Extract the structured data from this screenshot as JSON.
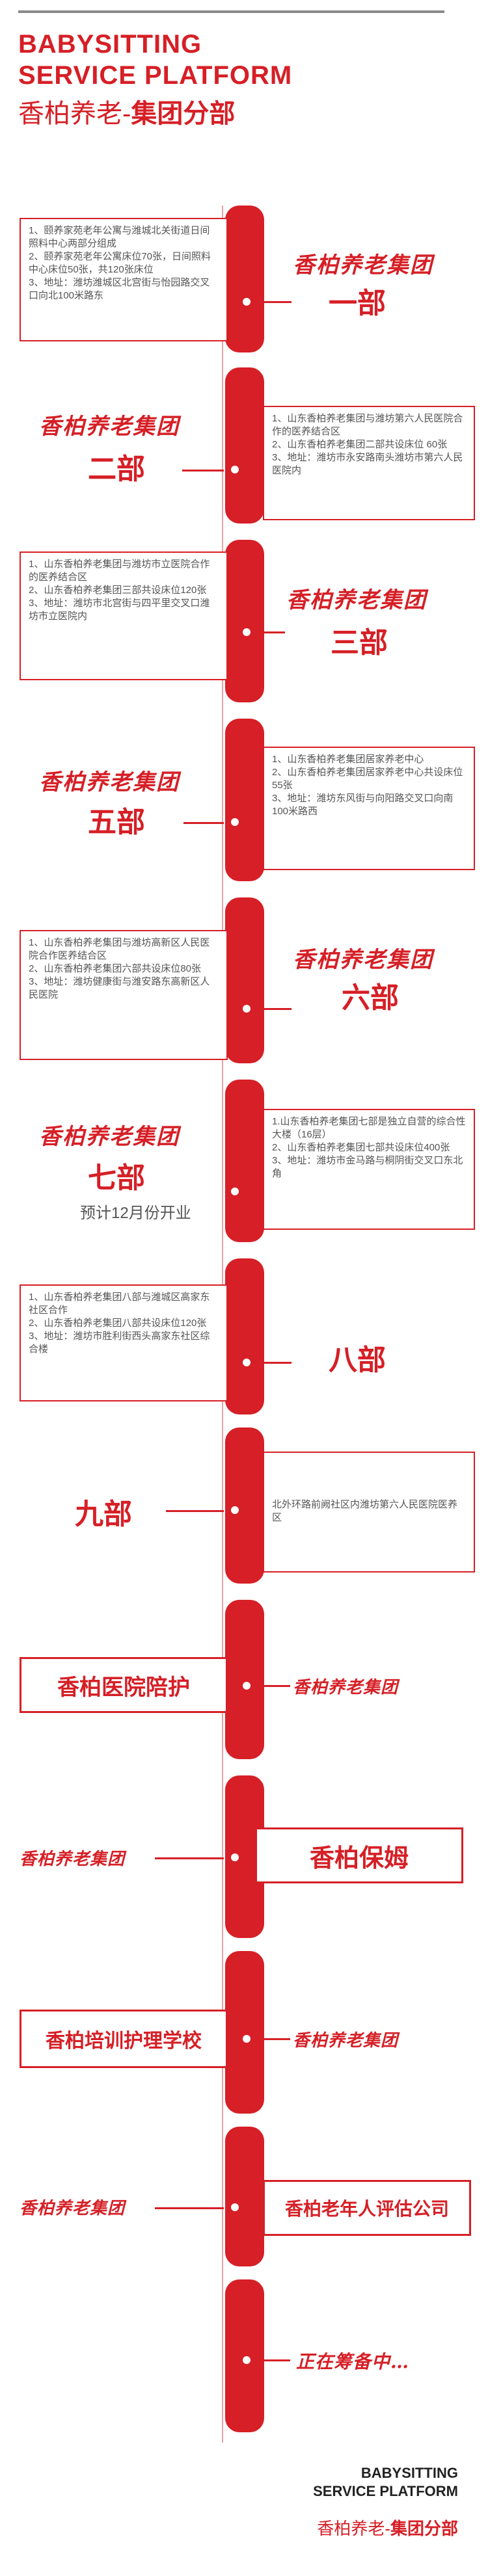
{
  "header": {
    "title_line1": "BABYSITTING",
    "title_line2": "SERVICE PLATFORM",
    "subtitle_plain": "香柏养老-",
    "subtitle_bold": "集团分部"
  },
  "group_name": "香柏养老集团",
  "branches": [
    {
      "label": "一部",
      "lines": [
        "1、颐养家苑老年公寓与潍城北关街道日间照料中心两部分组成",
        "2、颐养家苑老年公寓床位70张，日间照料中心床位50张，共120张床位",
        "3、地址：潍坊潍城区北宫街与怡园路交叉口向北100米路东"
      ]
    },
    {
      "label": "二部",
      "lines": [
        "1、山东香柏养老集团与潍坊第六人民医院合作的医养结合区",
        "2、山东香柏养老集团二部共设床位 60张",
        "3、地址：潍坊市永安路南头潍坊市第六人民医院内"
      ]
    },
    {
      "label": "三部",
      "lines": [
        "1、山东香柏养老集团与潍坊市立医院合作的医养结合区",
        "2、山东香柏养老集团三部共设床位120张",
        "3、地址：潍坊市北宫街与四平里交叉口潍坊市立医院内"
      ]
    },
    {
      "label": "五部",
      "lines": [
        "1、山东香柏养老集团居家养老中心",
        "2、山东香柏养老集团居家养老中心共设床位55张",
        "3、地址：潍坊东风街与向阳路交叉口向南100米路西"
      ]
    },
    {
      "label": "六部",
      "lines": [
        "1、山东香柏养老集团与潍坊高新区人民医院合作医养结合区",
        "2、山东香柏养老集团六部共设床位80张",
        "3、地址：潍坊健康街与潍安路东高新区人民医院"
      ]
    },
    {
      "label": "七部",
      "note": "预计12月份开业",
      "lines": [
        "1.山东香柏养老集团七部是独立自营的综合性大楼（16层）",
        "2、山东香柏养老集团七部共设床位400张",
        "3、地址：潍坊市金马路与桐阴街交叉口东北角"
      ]
    },
    {
      "label": "八部",
      "lines": [
        "1、山东香柏养老集团八部与潍城区高家东社区合作",
        "2、山东香柏养老集团八部共设床位120张",
        "3、地址：潍坊市胜利街西头高家东社区综合楼"
      ]
    },
    {
      "label": "九部",
      "lines": [
        "北外环路前阙社区内潍坊第六人民医院医养区"
      ]
    }
  ],
  "services": [
    "香柏医院陪护",
    "香柏保姆",
    "香柏培训护理学校",
    "香柏老年人评估公司",
    "正在筹备中…"
  ],
  "footer": {
    "line1": "BABYSITTING",
    "line2": "SERVICE PLATFORM",
    "cn_plain": "香柏养老-",
    "cn_bold": "集团分部"
  },
  "colors": {
    "accent": "#d61f26",
    "rule": "#8a8a8a"
  }
}
